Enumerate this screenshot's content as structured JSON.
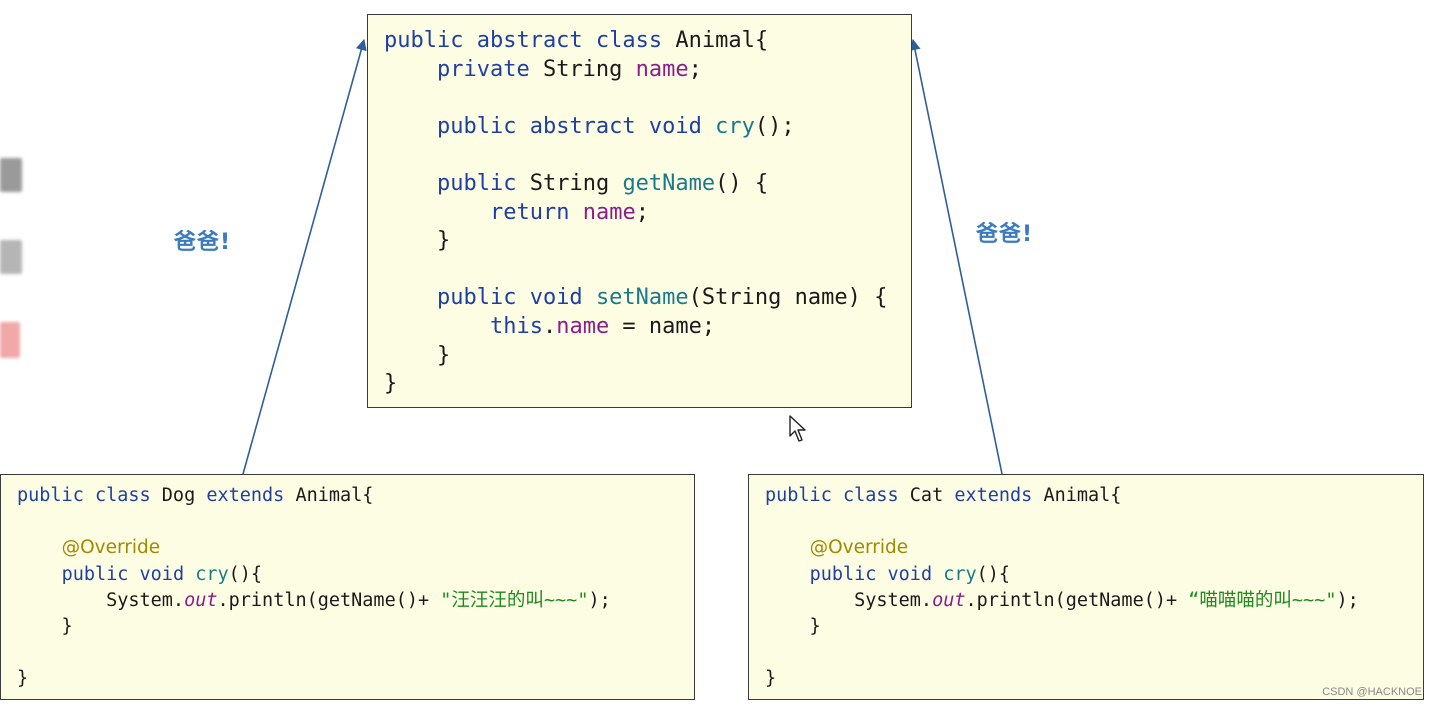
{
  "parent": {
    "lines": [
      [
        {
          "t": "public abstract class",
          "c": "kw"
        },
        {
          "t": " Animal{",
          "c": ""
        }
      ],
      [
        {
          "t": "    ",
          "c": ""
        },
        {
          "t": "private",
          "c": "kw"
        },
        {
          "t": " String ",
          "c": ""
        },
        {
          "t": "name",
          "c": "field"
        },
        {
          "t": ";",
          "c": ""
        }
      ],
      [],
      [
        {
          "t": "    ",
          "c": ""
        },
        {
          "t": "public abstract void",
          "c": "kw"
        },
        {
          "t": " ",
          "c": ""
        },
        {
          "t": "cry",
          "c": "method"
        },
        {
          "t": "();",
          "c": ""
        }
      ],
      [],
      [
        {
          "t": "    ",
          "c": ""
        },
        {
          "t": "public",
          "c": "kw"
        },
        {
          "t": " String ",
          "c": ""
        },
        {
          "t": "getName",
          "c": "method"
        },
        {
          "t": "() {",
          "c": ""
        }
      ],
      [
        {
          "t": "        ",
          "c": ""
        },
        {
          "t": "return",
          "c": "kw"
        },
        {
          "t": " ",
          "c": ""
        },
        {
          "t": "name",
          "c": "field"
        },
        {
          "t": ";",
          "c": ""
        }
      ],
      [
        {
          "t": "    }",
          "c": ""
        }
      ],
      [],
      [
        {
          "t": "    ",
          "c": ""
        },
        {
          "t": "public void",
          "c": "kw"
        },
        {
          "t": " ",
          "c": ""
        },
        {
          "t": "setName",
          "c": "method"
        },
        {
          "t": "(String name) {",
          "c": ""
        }
      ],
      [
        {
          "t": "        ",
          "c": ""
        },
        {
          "t": "this",
          "c": "kw"
        },
        {
          "t": ".",
          "c": ""
        },
        {
          "t": "name",
          "c": "field"
        },
        {
          "t": " = name;",
          "c": ""
        }
      ],
      [
        {
          "t": "    }",
          "c": ""
        }
      ],
      [
        {
          "t": "}",
          "c": ""
        }
      ]
    ]
  },
  "dog": {
    "lines": [
      [
        {
          "t": "public class",
          "c": "kw"
        },
        {
          "t": " Dog ",
          "c": ""
        },
        {
          "t": "extends",
          "c": "kw"
        },
        {
          "t": " Animal{",
          "c": ""
        }
      ],
      [],
      [
        {
          "t": "    ",
          "c": ""
        },
        {
          "t": "@Override",
          "c": "ann"
        }
      ],
      [
        {
          "t": "    ",
          "c": ""
        },
        {
          "t": "public void",
          "c": "kw"
        },
        {
          "t": " ",
          "c": ""
        },
        {
          "t": "cry",
          "c": "method"
        },
        {
          "t": "(){",
          "c": ""
        }
      ],
      [
        {
          "t": "        System.",
          "c": ""
        },
        {
          "t": "out",
          "c": "italic-field"
        },
        {
          "t": ".println(getName()+ ",
          "c": ""
        },
        {
          "t": "\"汪汪汪的叫~~~\"",
          "c": "str"
        },
        {
          "t": ");",
          "c": ""
        }
      ],
      [
        {
          "t": "    }",
          "c": ""
        }
      ],
      [],
      [
        {
          "t": "}",
          "c": ""
        }
      ]
    ]
  },
  "cat": {
    "lines": [
      [
        {
          "t": "public class",
          "c": "kw"
        },
        {
          "t": " Cat ",
          "c": ""
        },
        {
          "t": "extends",
          "c": "kw"
        },
        {
          "t": " Animal{",
          "c": ""
        }
      ],
      [],
      [
        {
          "t": "    ",
          "c": ""
        },
        {
          "t": "@Override",
          "c": "ann"
        }
      ],
      [
        {
          "t": "    ",
          "c": ""
        },
        {
          "t": "public void",
          "c": "kw"
        },
        {
          "t": " ",
          "c": ""
        },
        {
          "t": "cry",
          "c": "method"
        },
        {
          "t": "(){",
          "c": ""
        }
      ],
      [
        {
          "t": "        System.",
          "c": ""
        },
        {
          "t": "out",
          "c": "italic-field"
        },
        {
          "t": ".println(getName()+ ",
          "c": ""
        },
        {
          "t": "“喵喵喵的叫~~~\"",
          "c": "str"
        },
        {
          "t": ");",
          "c": ""
        }
      ],
      [
        {
          "t": "    }",
          "c": ""
        }
      ],
      [],
      [
        {
          "t": "}",
          "c": ""
        }
      ]
    ]
  },
  "labels": {
    "left_dad": "爸爸!",
    "right_dad": "爸爸!"
  },
  "watermark": "CSDN @HACKNOE",
  "colors": {
    "box_bg": "#fdfde4",
    "keyword": "#1f3fa3",
    "field": "#8b1e8b",
    "method": "#1a7a8a",
    "annotation": "#a08a00",
    "string": "#1f8a1f",
    "arrow": "#2f5f99",
    "label": "#3b7bc0"
  }
}
